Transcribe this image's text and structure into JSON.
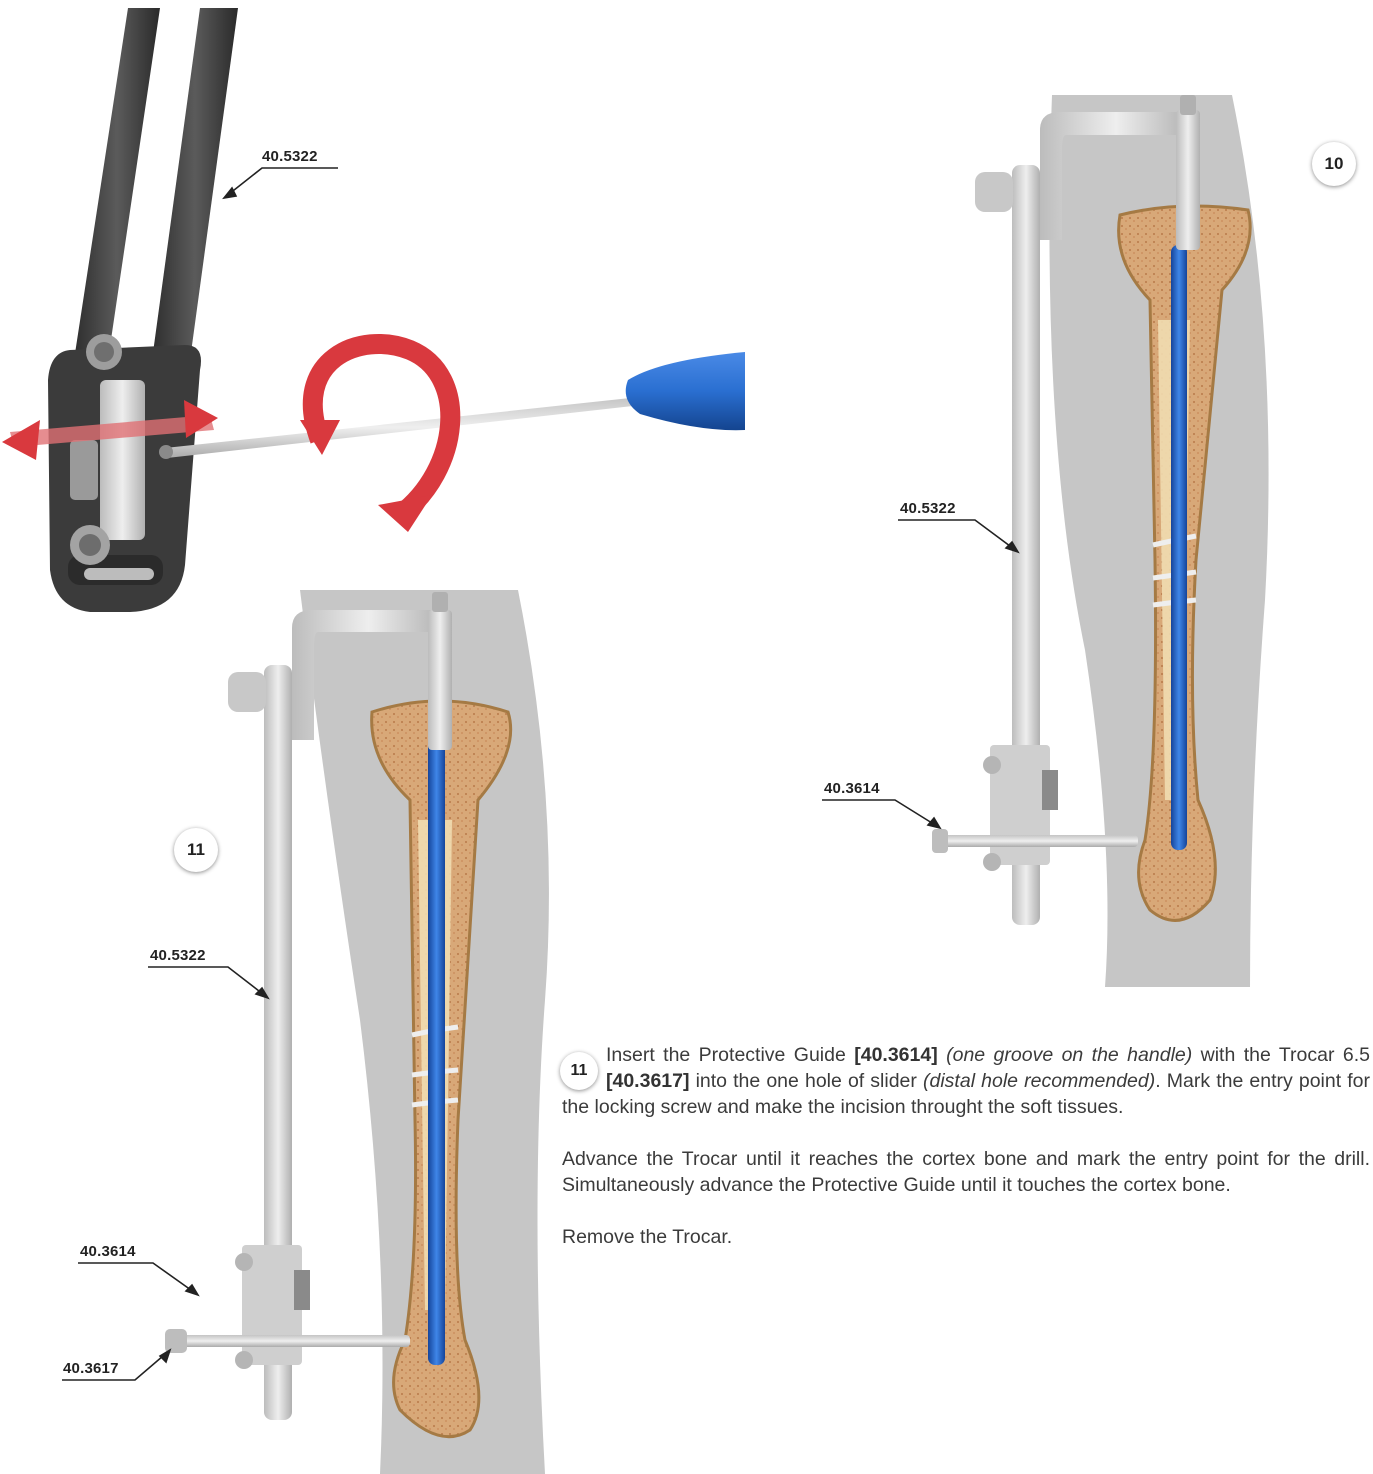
{
  "callouts": {
    "top_frame": "40.5322",
    "fig10_frame": "40.5322",
    "fig10_guide": "40.3614",
    "fig11_frame": "40.5322",
    "fig11_guide": "40.3614",
    "fig11_trocar": "40.3617"
  },
  "steps": {
    "fig10": "10",
    "fig11": "11",
    "text_badge": "11"
  },
  "instructions": {
    "p1_a": "Insert the Protective Guide ",
    "p1_code1": "[40.3614]",
    "p1_b": " ",
    "p1_italic1": "(one groove on the handle)",
    "p1_c": " with the Trocar 6.5 ",
    "p1_code2": "[40.3617]",
    "p1_d": " into the one hole of slider ",
    "p1_italic2": "(distal hole recommended)",
    "p1_e": ". Mark the entry point for the locking screw and make the incision throught the soft tissues.",
    "p2": "Advance the Trocar until it reaches the cortex bone and mark the entry point for the drill. Simultaneously advance the Protective Guide until it touches the cortex bone.",
    "p3": "Remove the Trocar."
  },
  "colors": {
    "leg": "#c6c6c6",
    "bone": "#e0c89a",
    "bone_edge": "#b88e54",
    "nail": "#1f63c7",
    "steel": "#d8d8d8",
    "frame_dark": "#3c3c3c",
    "arrow_red": "#d9393e",
    "handle_blue": "#2a6fd1"
  },
  "icons": {
    "rotate": "rotate-arrow-icon",
    "double_arrow": "double-arrow-icon"
  }
}
